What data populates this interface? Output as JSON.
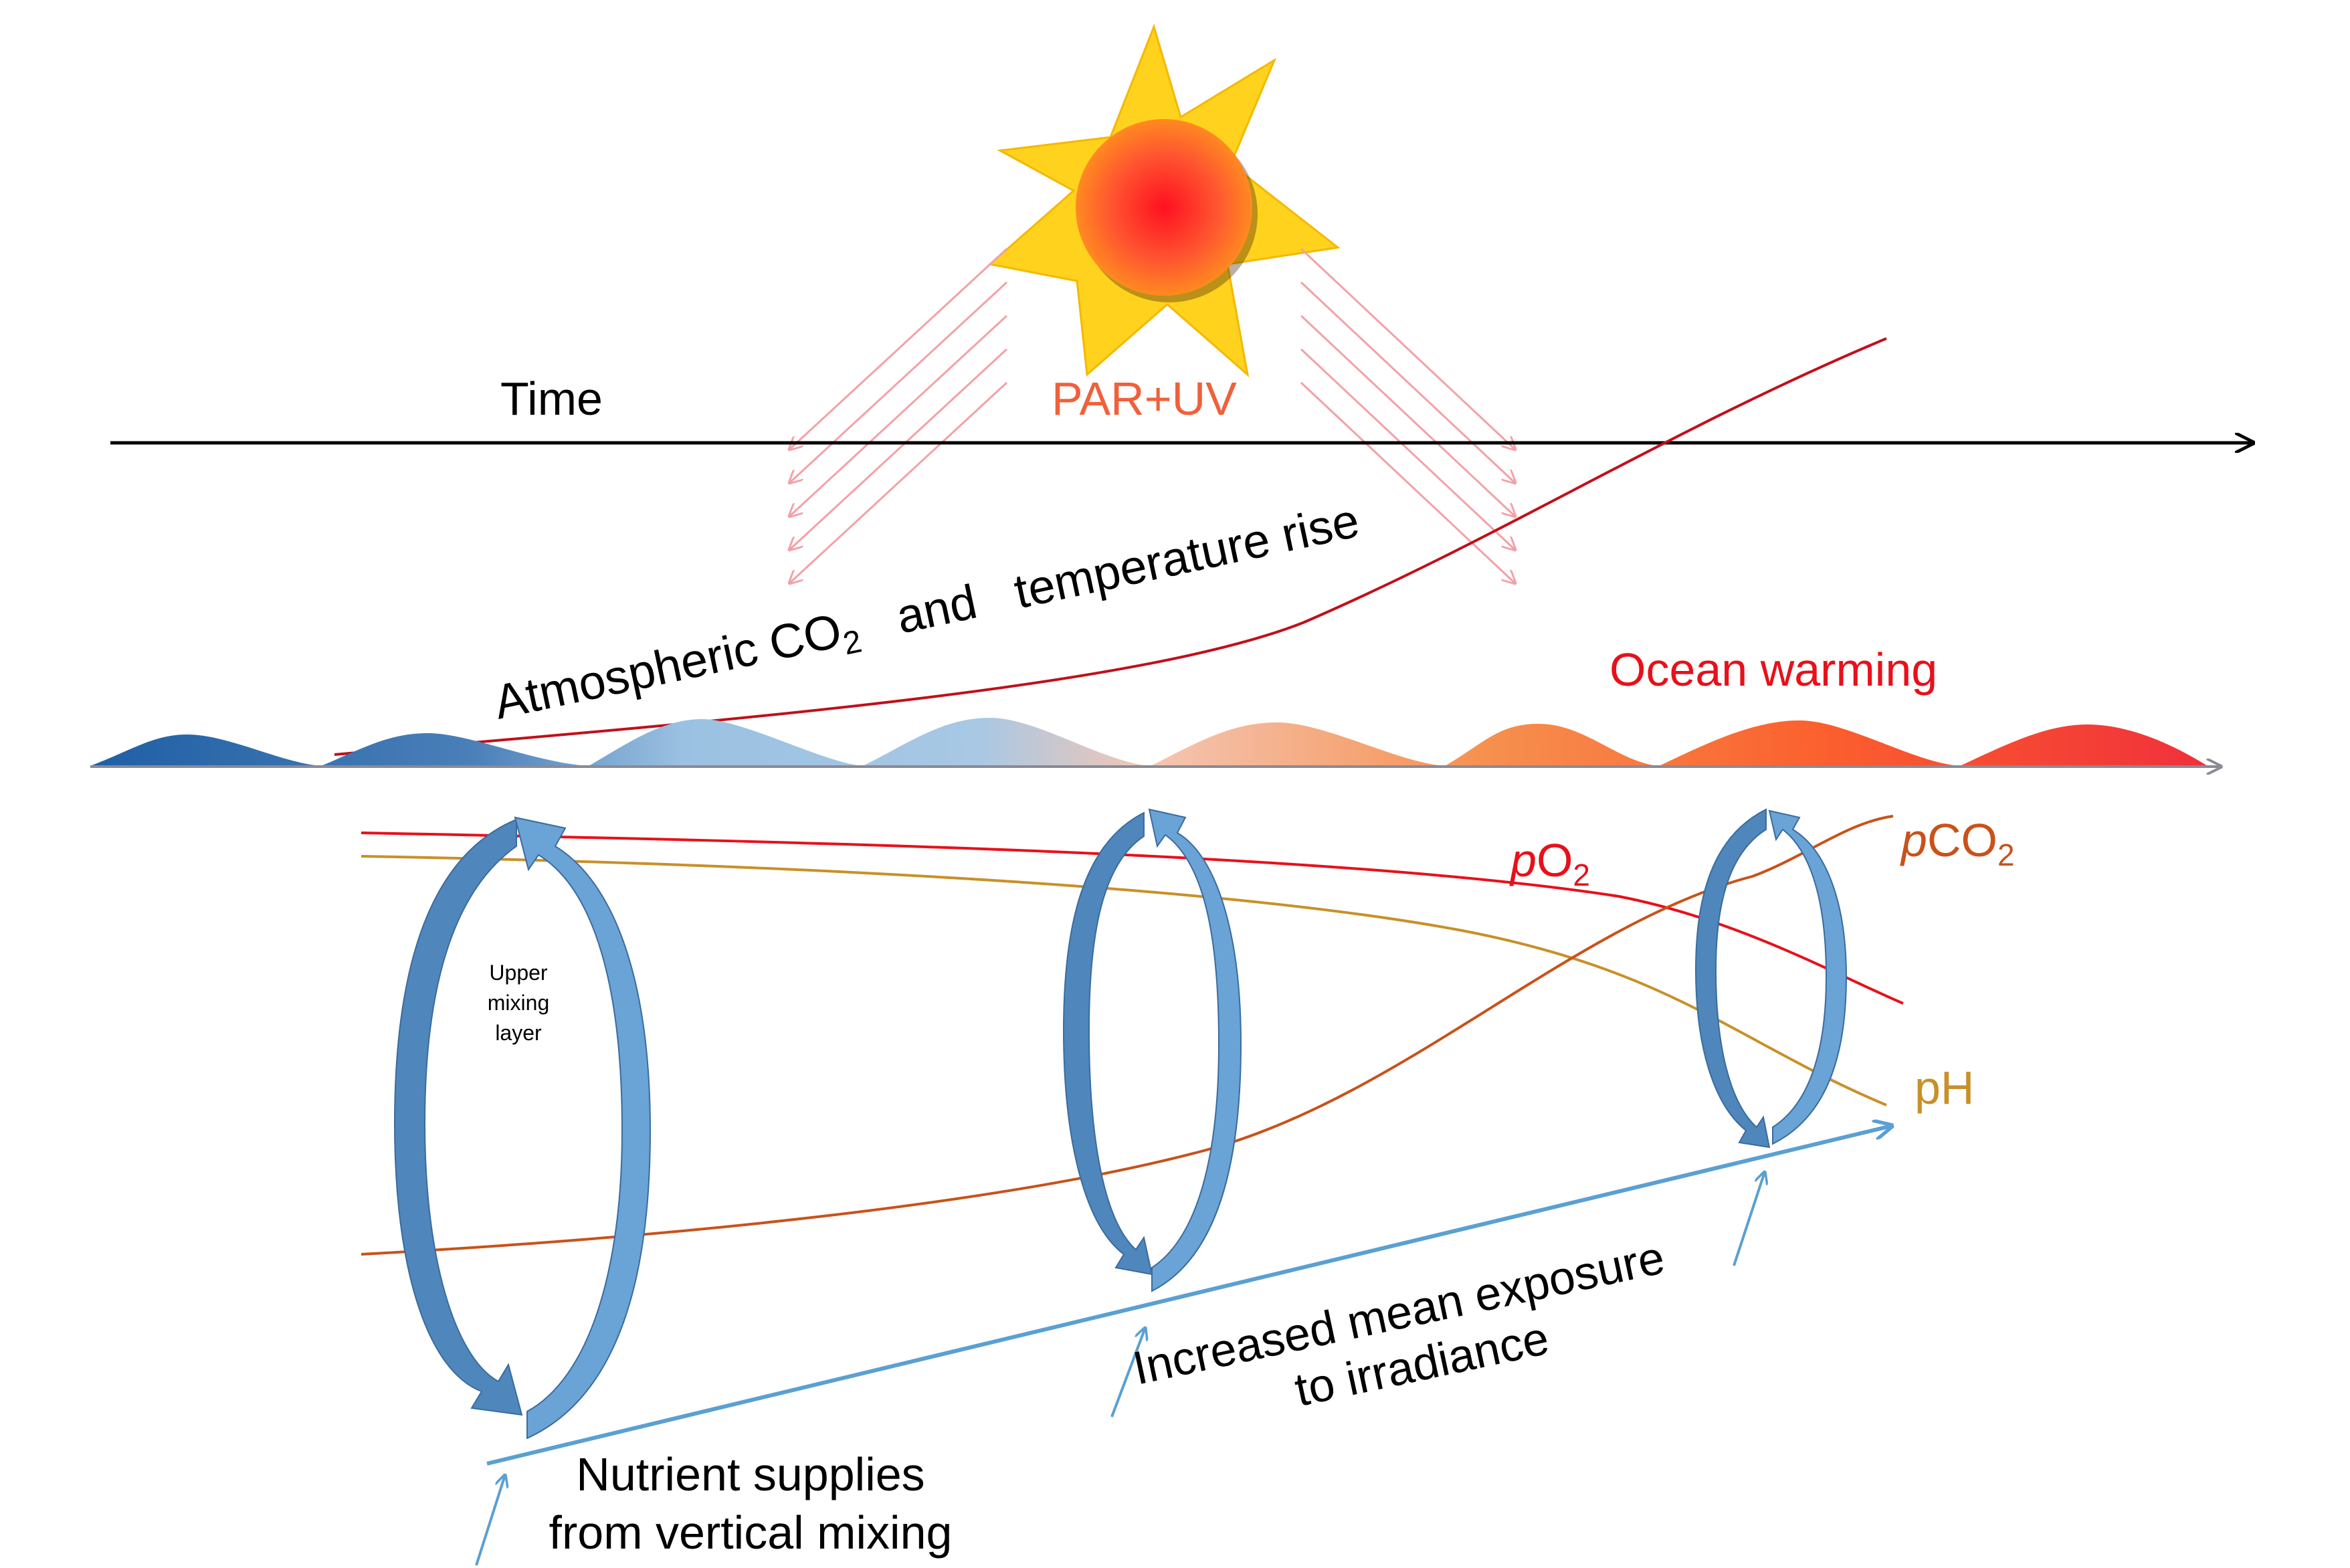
{
  "labels": {
    "time": "Time",
    "light": "PAR+UV",
    "co2_temp_a": "Atmospheric CO",
    "co2_temp_sub": "2",
    "co2_temp_b": "and",
    "co2_temp_c": "temperature rise",
    "ocean_warming": "Ocean warming",
    "po2_italic": "p",
    "po2_main": "O",
    "po2_sub": "2",
    "pco2_italic": "p",
    "pco2_main": "CO",
    "pco2_sub": "2",
    "ph": "pH",
    "upper_mixing_1": "Upper",
    "upper_mixing_2": "mixing",
    "upper_mixing_3": "layer",
    "exposure_1": "Increased mean exposure",
    "exposure_2": "to irradiance",
    "nutrient_1": "Nutrient supplies",
    "nutrient_2": "from vertical mixing"
  },
  "colors": {
    "time_axis": "#000000",
    "light_label": "#f0603a",
    "rays": "#f4a0a8",
    "co2_curve": "#c0101a",
    "ocean_warming": "#e8101a",
    "po2": "#e8101a",
    "pco2": "#c8521a",
    "ph": "#c89028",
    "mixing_arrow": "#4f86bb",
    "exposure_arrow": "#5aa0d2",
    "ocean_axis": "#8a8a96"
  },
  "icons": [
    "sun-icon",
    "light-ray-arrow-icon",
    "mixing-cycle-arrow-icon"
  ]
}
